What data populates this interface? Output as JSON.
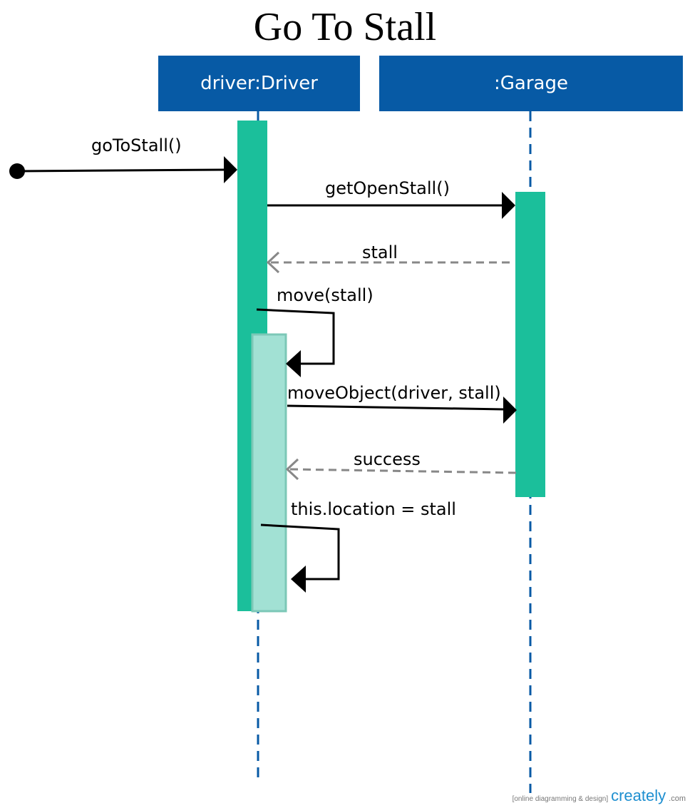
{
  "title": "Go To Stall",
  "lifelines": [
    {
      "label": "driver:Driver"
    },
    {
      "label": ":Garage"
    }
  ],
  "messages": [
    {
      "label": "goToStall()",
      "kind": "found-sync"
    },
    {
      "label": "getOpenStall()",
      "kind": "sync"
    },
    {
      "label": "stall",
      "kind": "return"
    },
    {
      "label": "move(stall)",
      "kind": "self"
    },
    {
      "label": "moveObject(driver, stall)",
      "kind": "sync"
    },
    {
      "label": "success",
      "kind": "return"
    },
    {
      "label": "this.location = stall",
      "kind": "self"
    }
  ],
  "colors": {
    "header": "#075aa5",
    "activation": "#1bbf9b",
    "nested_activation": "#a2e1d4",
    "lifeline": "#075aa5",
    "return": "#888888"
  },
  "watermark": {
    "tagline": "[online diagramming & design]",
    "logo": "creately",
    "suffix": ".com"
  }
}
